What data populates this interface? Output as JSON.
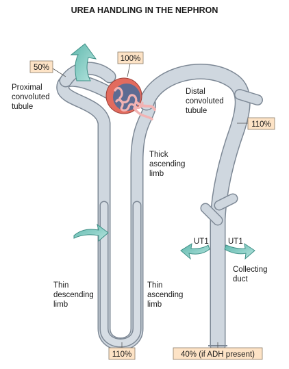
{
  "title": "UREA HANDLING IN THE NEPHRON",
  "colors": {
    "tubule_fill": "#c9d2dc",
    "tubule_edge": "#7d8895",
    "arrow_fill": "#8ed2c8",
    "label_box": "#fde3c6",
    "glomerulus_capsule": "#e26b5e",
    "glomerulus_inner": "#5d6b92",
    "capillary": "#f2b3b3"
  },
  "labels": {
    "proximal": [
      "Proximal",
      "convoluted",
      "tubule"
    ],
    "distal": [
      "Distal",
      "convoluted",
      "tubule"
    ],
    "thick_ascending": [
      "Thick",
      "ascending",
      "limb"
    ],
    "thin_descending": [
      "Thin",
      "descending",
      "limb"
    ],
    "thin_ascending": [
      "Thin",
      "ascending",
      "limb"
    ],
    "collecting": [
      "Collecting",
      "duct"
    ],
    "ut1_left": "UT1",
    "ut1_right": "UT1"
  },
  "percentages": {
    "proximal_50": "50%",
    "glomerulus_100": "100%",
    "distal_110": "110%",
    "loop_bottom_110": "110%",
    "collecting_40": "40% (if ADH present)"
  },
  "icons": {
    "reabsorption_arrow": "curved-arrow-up-icon",
    "secretion_arrow": "curved-arrow-right-icon",
    "ut1_left_arrow": "curved-arrow-left-icon",
    "ut1_right_arrow": "curved-arrow-right-icon",
    "glomerulus": "glomerulus-icon"
  }
}
